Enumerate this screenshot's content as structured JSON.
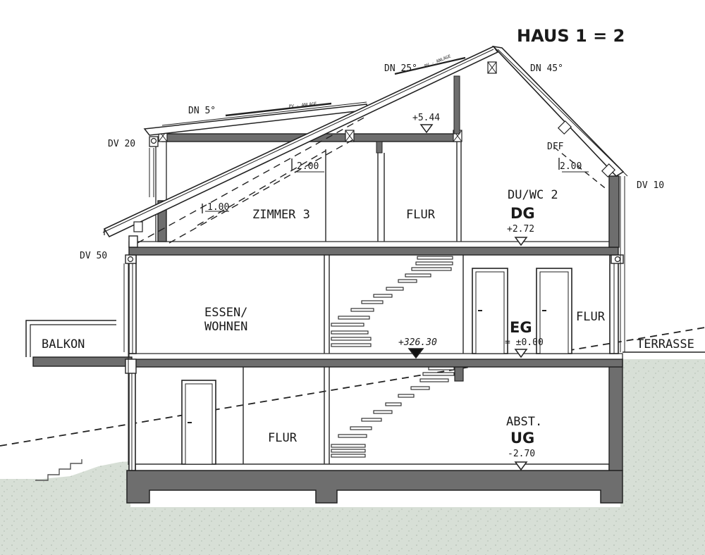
{
  "title": "HAUS 1 = 2",
  "roof": {
    "pitch_left": "DN 5°",
    "pitch_mid": "DN 25°",
    "pitch_right": "DN 45°",
    "pv_left": "PV - ANLAGE",
    "pv_mid": "PV - ANLAGE",
    "dff": "DFF"
  },
  "overhangs": {
    "dv20": "DV 20",
    "dv50": "DV 50",
    "dv10": "DV 10"
  },
  "heights": {
    "ridge_beam": "+5.44",
    "h200_left": "2.00",
    "h200_right": "2.00",
    "h100": "1.00"
  },
  "rooms": {
    "zimmer3": "ZIMMER 3",
    "flur_dg": "FLUR",
    "du_wc": "DU/WC 2",
    "essen_line1": "ESSEN/",
    "essen_line2": "WOHNEN",
    "flur_eg": "FLUR",
    "flur_ug": "FLUR",
    "abst": "ABST."
  },
  "levels": {
    "dg_label": "DG",
    "dg_value": "+2.72",
    "eg_label": "EG",
    "eg_value": "= ±0.00",
    "ug_label": "UG",
    "ug_value": "-2.70",
    "absolute": "+326.30"
  },
  "outside": {
    "balkon": "BALKON",
    "terrasse": "TERRASSE"
  }
}
